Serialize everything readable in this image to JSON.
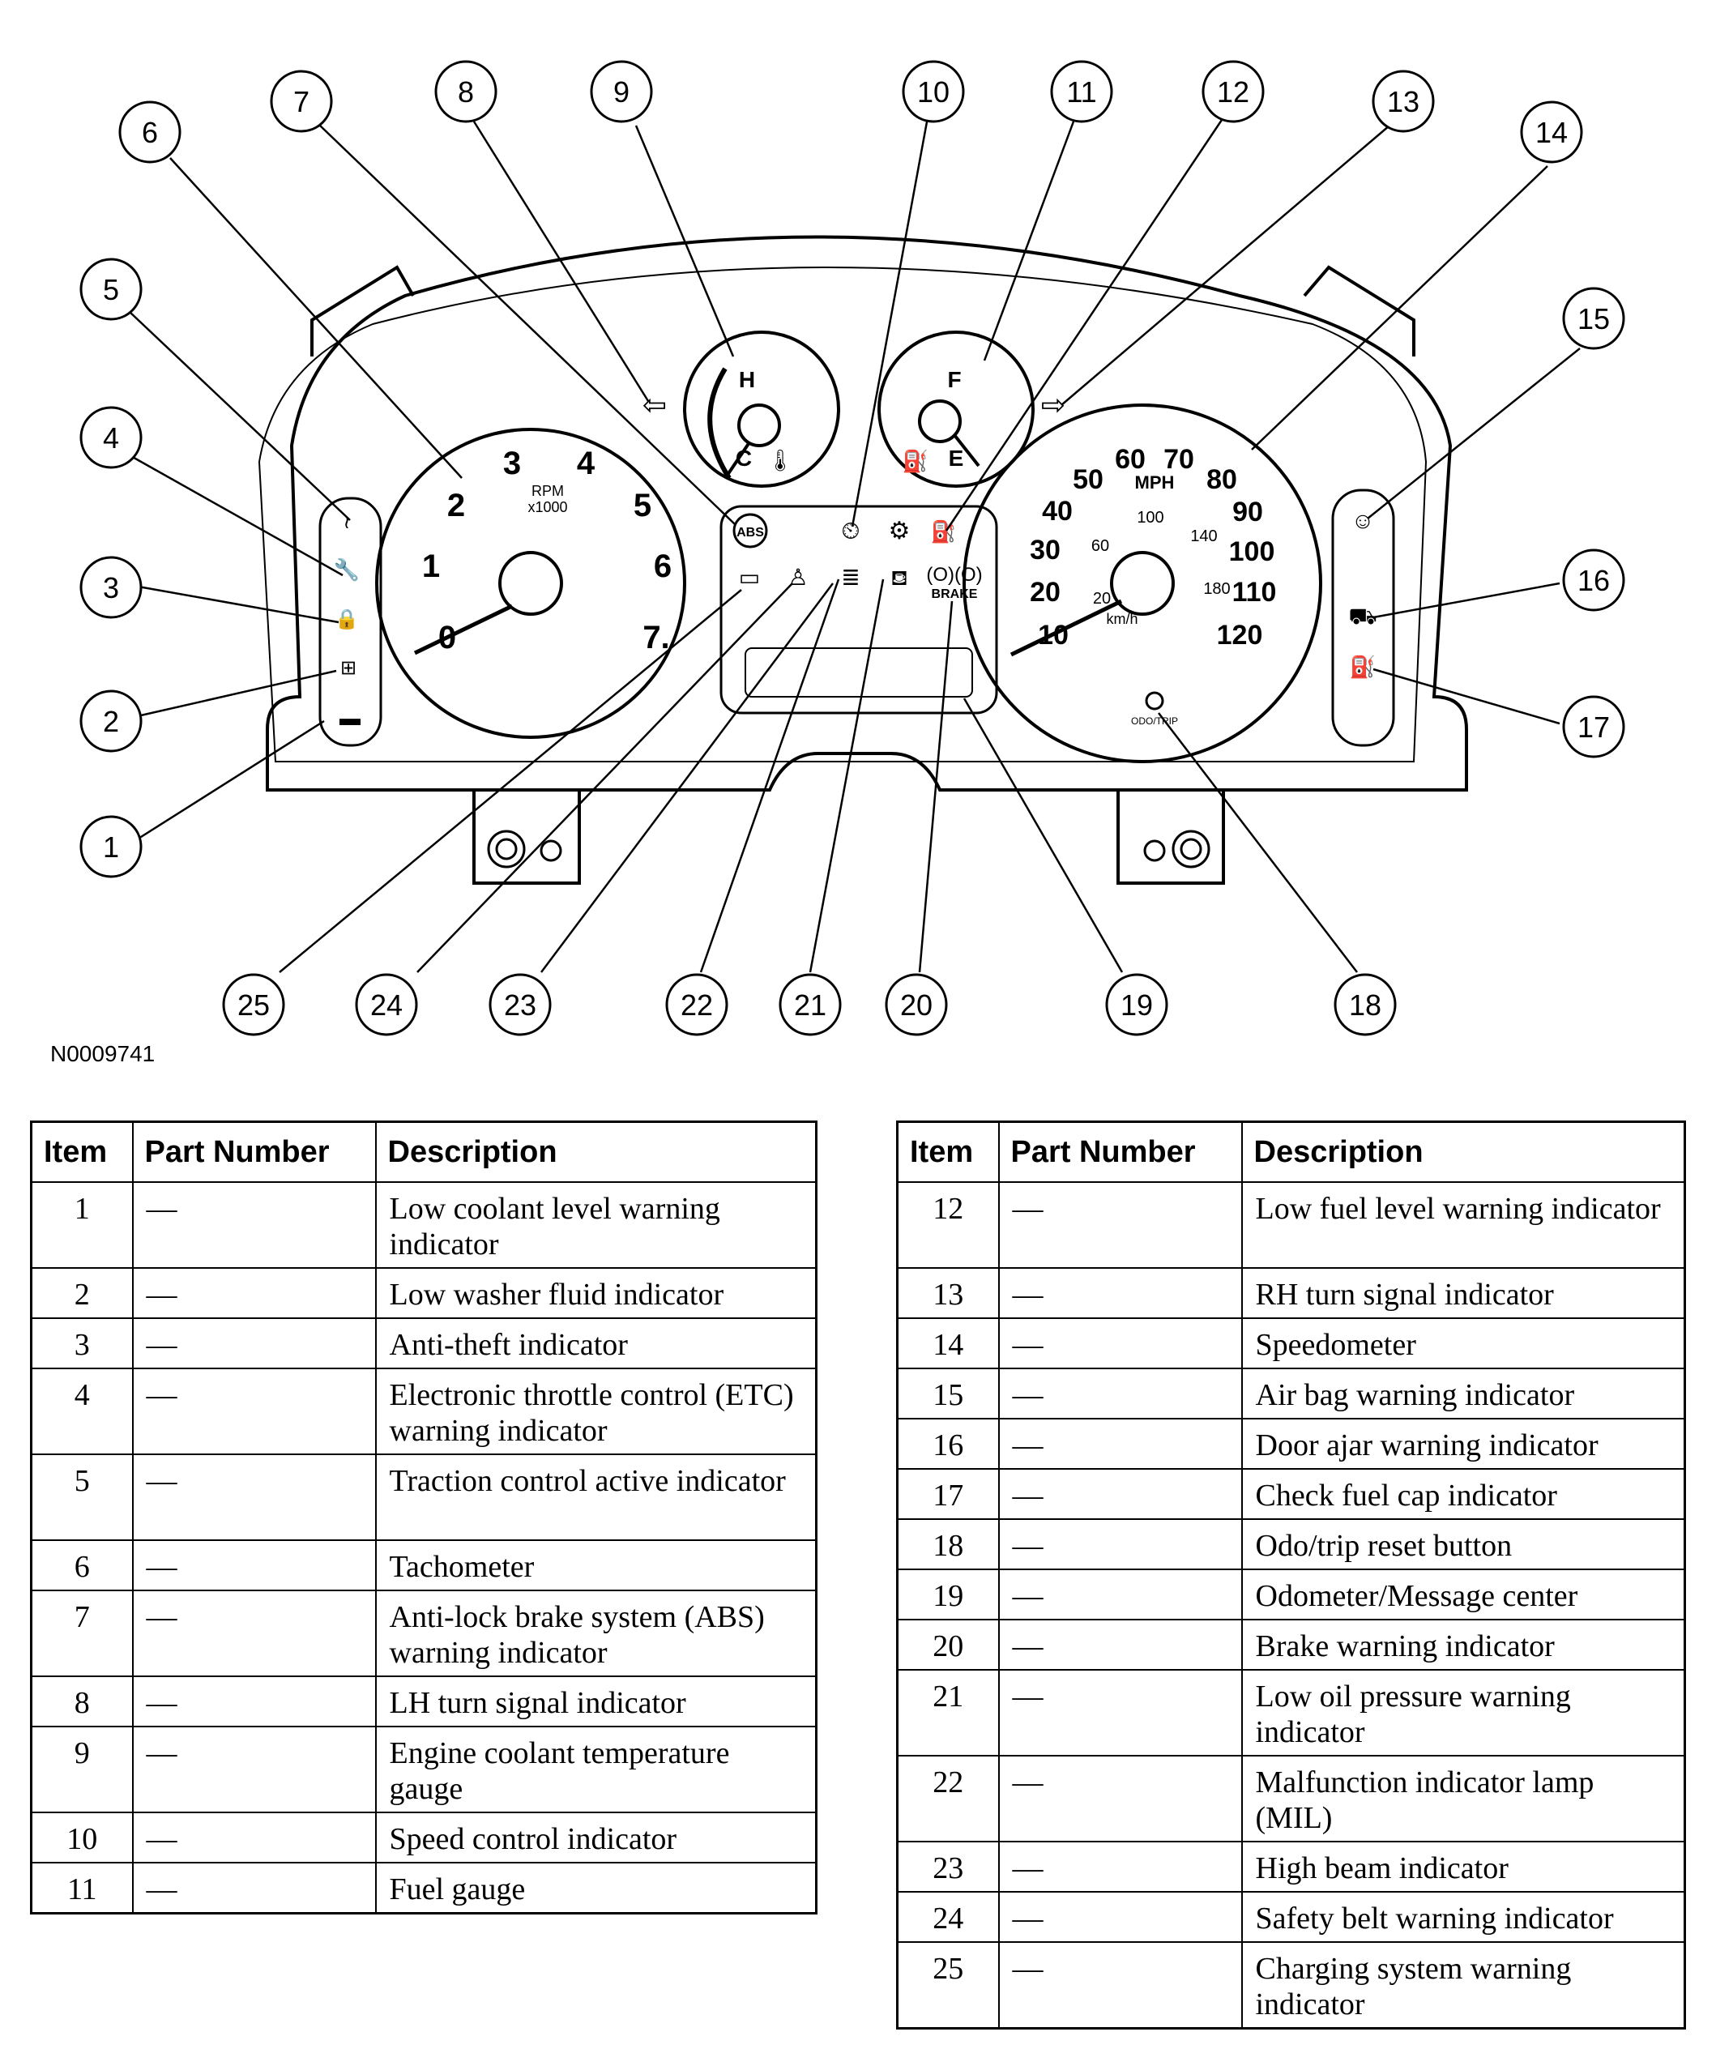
{
  "figure_id": "N0009741",
  "gauges": {
    "tach_scale": [
      "0",
      "1",
      "2",
      "3",
      "4",
      "5",
      "6",
      "7."
    ],
    "tach_caption": [
      "RPM",
      "x1000"
    ],
    "coolant": {
      "hot": "H",
      "cold": "C"
    },
    "fuel": {
      "full": "F",
      "empty": "E"
    },
    "speedo_mph": [
      "10",
      "20",
      "30",
      "40",
      "50",
      "60",
      "70",
      "80",
      "90",
      "100",
      "110",
      "120"
    ],
    "speedo_kmh": [
      "20",
      "60",
      "100",
      "140",
      "180"
    ],
    "mph_label": "MPH",
    "kmh_label": "km/h",
    "odo_label": "ODO/TRIP",
    "abs_label": "ABS",
    "brake_label": "BRAKE"
  },
  "callouts": [
    "1",
    "2",
    "3",
    "4",
    "5",
    "6",
    "7",
    "8",
    "9",
    "10",
    "11",
    "12",
    "13",
    "14",
    "15",
    "16",
    "17",
    "18",
    "19",
    "20",
    "21",
    "22",
    "23",
    "24",
    "25"
  ],
  "table_headers": {
    "item": "Item",
    "part": "Part Number",
    "desc": "Description"
  },
  "table_left": [
    {
      "item": "1",
      "part": "—",
      "desc": "Low coolant level warning indicator"
    },
    {
      "item": "2",
      "part": "—",
      "desc": "Low washer fluid indicator"
    },
    {
      "item": "3",
      "part": "—",
      "desc": "Anti-theft indicator"
    },
    {
      "item": "4",
      "part": "—",
      "desc": "Electronic throttle control (ETC) warning indicator"
    },
    {
      "item": "5",
      "part": "—",
      "desc": "Traction control active indicator"
    },
    {
      "item": "6",
      "part": "—",
      "desc": "Tachometer"
    },
    {
      "item": "7",
      "part": "—",
      "desc": "Anti-lock brake system (ABS) warning indicator"
    },
    {
      "item": "8",
      "part": "—",
      "desc": "LH turn signal indicator"
    },
    {
      "item": "9",
      "part": "—",
      "desc": "Engine coolant temperature gauge"
    },
    {
      "item": "10",
      "part": "—",
      "desc": "Speed control indicator"
    },
    {
      "item": "11",
      "part": "—",
      "desc": "Fuel gauge"
    }
  ],
  "table_right": [
    {
      "item": "12",
      "part": "—",
      "desc": "Low fuel level warning indicator"
    },
    {
      "item": "13",
      "part": "—",
      "desc": "RH turn signal indicator"
    },
    {
      "item": "14",
      "part": "—",
      "desc": "Speedometer"
    },
    {
      "item": "15",
      "part": "—",
      "desc": "Air bag warning indicator"
    },
    {
      "item": "16",
      "part": "—",
      "desc": "Door ajar warning indicator"
    },
    {
      "item": "17",
      "part": "—",
      "desc": "Check fuel cap indicator"
    },
    {
      "item": "18",
      "part": "—",
      "desc": "Odo/trip reset button"
    },
    {
      "item": "19",
      "part": "—",
      "desc": "Odometer/Message center"
    },
    {
      "item": "20",
      "part": "—",
      "desc": "Brake warning indicator"
    },
    {
      "item": "21",
      "part": "—",
      "desc": "Low oil pressure warning indicator"
    },
    {
      "item": "22",
      "part": "—",
      "desc": "Malfunction indicator lamp (MIL)"
    },
    {
      "item": "23",
      "part": "—",
      "desc": "High beam indicator"
    },
    {
      "item": "24",
      "part": "—",
      "desc": "Safety belt warning indicator"
    },
    {
      "item": "25",
      "part": "—",
      "desc": "Charging system warning indicator"
    }
  ]
}
